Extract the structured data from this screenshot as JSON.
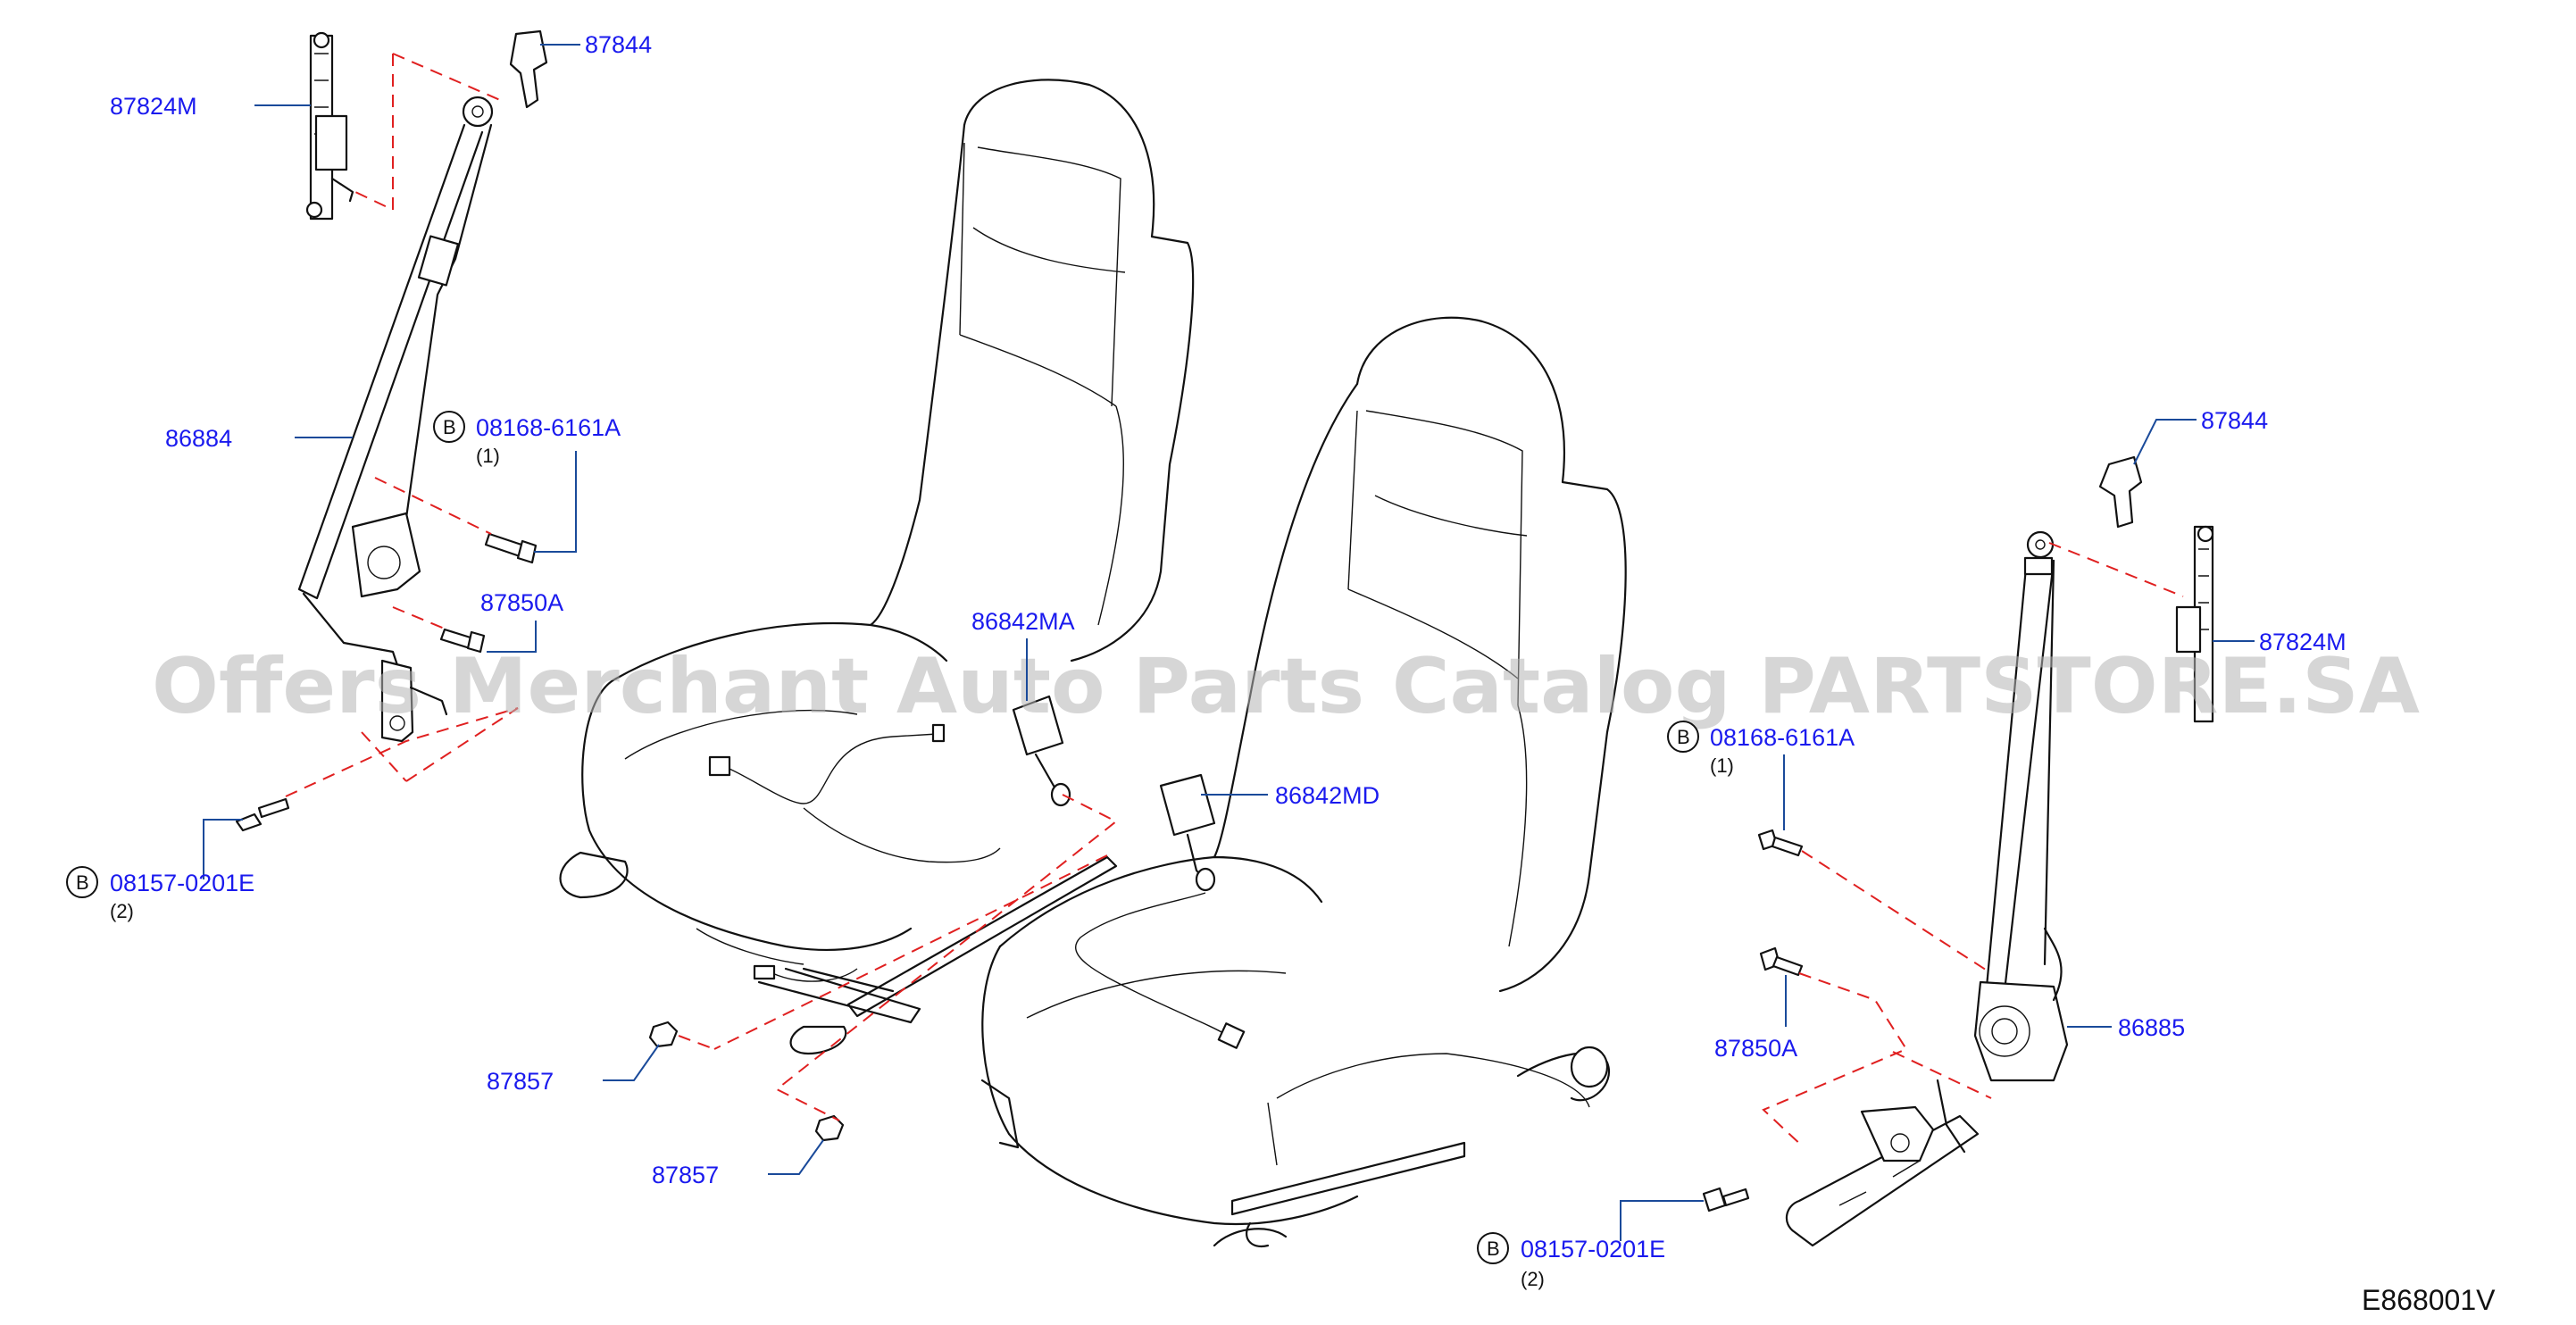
{
  "diagram": {
    "watermark": "Offers Merchant Auto Parts Catalog PARTSTORE.SA",
    "reference_code": "E868001V",
    "colors": {
      "label": "#1a1aee",
      "leader": "#1a4a9a",
      "dash_line": "#e02020",
      "outline": "#111111",
      "watermark": "#b4b4b4"
    },
    "labels": {
      "l_87844_left": "87844",
      "l_87824M_left": "87824M",
      "l_86884": "86884",
      "l_08168_left": "08168-6161A",
      "l_08168_left_qty": "(1)",
      "l_87850A_left": "87850A",
      "l_08157_left": "08157-0201E",
      "l_08157_left_qty": "(2)",
      "l_86842MA": "86842MA",
      "l_86842MD": "86842MD",
      "l_87857_a": "87857",
      "l_87857_b": "87857",
      "l_87844_right": "87844",
      "l_87824M_right": "87824M",
      "l_08168_right": "08168-6161A",
      "l_08168_right_qty": "(1)",
      "l_86885": "86885",
      "l_87850A_right": "87850A",
      "l_08157_right": "08157-0201E",
      "l_08157_right_qty": "(2)"
    },
    "bolt_marker": "B"
  }
}
